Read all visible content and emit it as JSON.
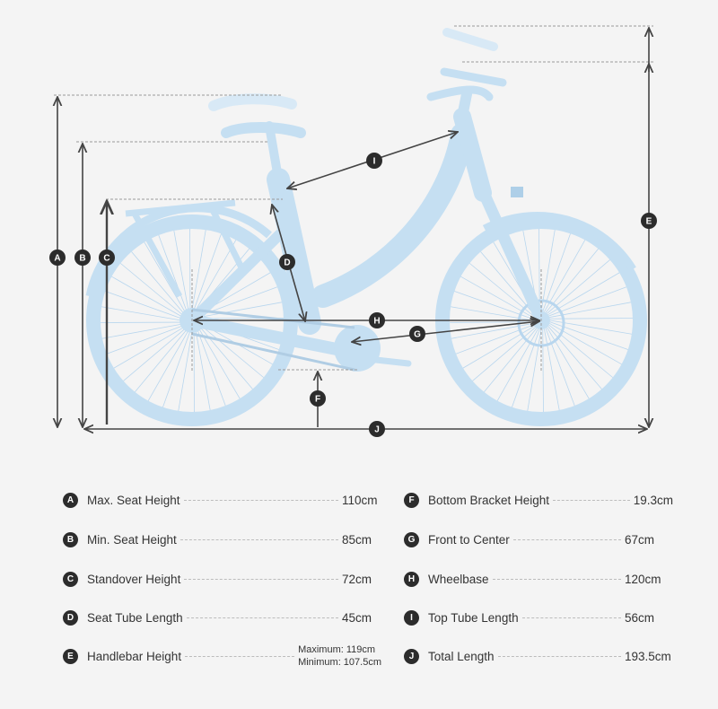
{
  "diagram": {
    "markers": [
      "A",
      "B",
      "C",
      "D",
      "E",
      "F",
      "G",
      "H",
      "I",
      "J"
    ]
  },
  "legend": {
    "left": [
      {
        "letter": "A",
        "label": "Max. Seat Height",
        "value": "110cm"
      },
      {
        "letter": "B",
        "label": "Min. Seat Height",
        "value": "85cm"
      },
      {
        "letter": "C",
        "label": "Standover Height",
        "value": "72cm"
      },
      {
        "letter": "D",
        "label": "Seat Tube Length",
        "value": "45cm"
      },
      {
        "letter": "E",
        "label": "Handlebar Height",
        "value_max": "Maximum: 119cm",
        "value_min": "Minimum: 107.5cm"
      }
    ],
    "right": [
      {
        "letter": "F",
        "label": "Bottom Bracket Height",
        "value": "19.3cm"
      },
      {
        "letter": "G",
        "label": "Front to Center",
        "value": "67cm"
      },
      {
        "letter": "H",
        "label": "Wheelbase",
        "value": "120cm"
      },
      {
        "letter": "I",
        "label": "Top Tube Length",
        "value": "56cm"
      },
      {
        "letter": "J",
        "label": "Total Length",
        "value": "193.5cm"
      }
    ]
  },
  "colors": {
    "bike": "#c5dff2",
    "bike_dark": "#aecfe8",
    "dimension": "#444444",
    "guide": "#9a9a9a",
    "badge": "#2c2c2c"
  }
}
